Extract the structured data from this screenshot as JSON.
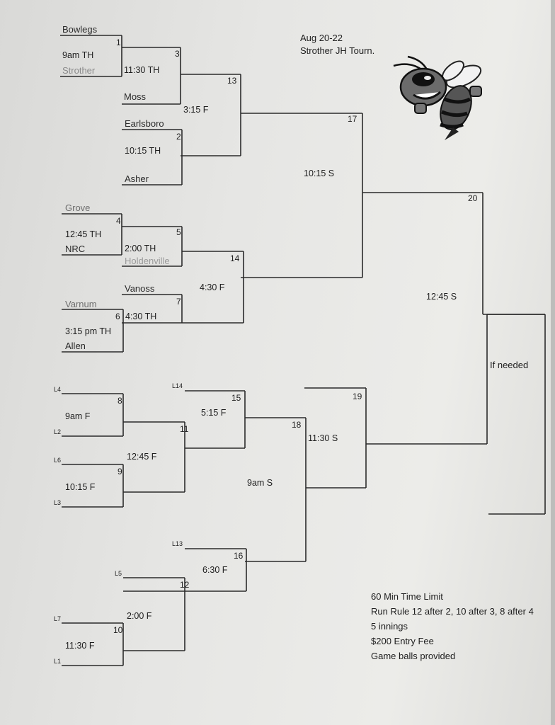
{
  "header": {
    "dates": "Aug 20-22",
    "title": "Strother JH Tourn."
  },
  "mascot": {
    "icon": "hornet-mascot-icon"
  },
  "teams": [
    {
      "key": "bowlegs",
      "name": "Bowlegs",
      "color": "#2a2a2a"
    },
    {
      "key": "strother",
      "name": "Strother",
      "color": "#8a8a8a"
    },
    {
      "key": "moss",
      "name": "Moss",
      "color": "#2a2a2a"
    },
    {
      "key": "earlsboro",
      "name": "Earlsboro",
      "color": "#2a2a2a"
    },
    {
      "key": "asher",
      "name": "Asher",
      "color": "#2a2a2a"
    },
    {
      "key": "grove",
      "name": "Grove",
      "color": "#6e6e6e"
    },
    {
      "key": "nrc",
      "name": "NRC",
      "color": "#2a2a2a"
    },
    {
      "key": "holdenville",
      "name": "Holdenville",
      "color": "#9a9a9a"
    },
    {
      "key": "vanoss",
      "name": "Vanoss",
      "color": "#2a2a2a"
    },
    {
      "key": "varnum",
      "name": "Varnum",
      "color": "#6e6e6e"
    },
    {
      "key": "allen",
      "name": "Allen",
      "color": "#2a2a2a"
    }
  ],
  "games": [
    {
      "num": "1",
      "time": "9am TH"
    },
    {
      "num": "2",
      "time": "10:15 TH"
    },
    {
      "num": "3",
      "time": "11:30 TH"
    },
    {
      "num": "4",
      "time": "12:45 TH"
    },
    {
      "num": "5",
      "time": "2:00 TH"
    },
    {
      "num": "6",
      "time": "3:15 pm  TH"
    },
    {
      "num": "7",
      "time": "4:30 TH"
    },
    {
      "num": "8",
      "time": "9am F"
    },
    {
      "num": "9",
      "time": "10:15 F"
    },
    {
      "num": "10",
      "time": "11:30 F"
    },
    {
      "num": "11",
      "time": "12:45 F"
    },
    {
      "num": "12",
      "time": "2:00 F"
    },
    {
      "num": "13",
      "time": "3:15 F"
    },
    {
      "num": "14",
      "time": "4:30 F"
    },
    {
      "num": "15",
      "time": "5:15 F"
    },
    {
      "num": "16",
      "time": "6:30 F"
    },
    {
      "num": "17",
      "time": "10:15 S"
    },
    {
      "num": "18",
      "time": "9am S"
    },
    {
      "num": "19",
      "time": "11:30 S"
    },
    {
      "num": "20",
      "time": "12:45 S"
    }
  ],
  "loser_slots": [
    "L4",
    "L2",
    "L6",
    "L3",
    "L5",
    "L7",
    "L1",
    "L14",
    "L13"
  ],
  "if_needed": "If needed",
  "rules": [
    "60 Min Time Limit",
    "Run Rule 12 after 2, 10 after 3, 8 after 4",
    "5 innings",
    "$200 Entry Fee",
    "Game balls provided"
  ]
}
